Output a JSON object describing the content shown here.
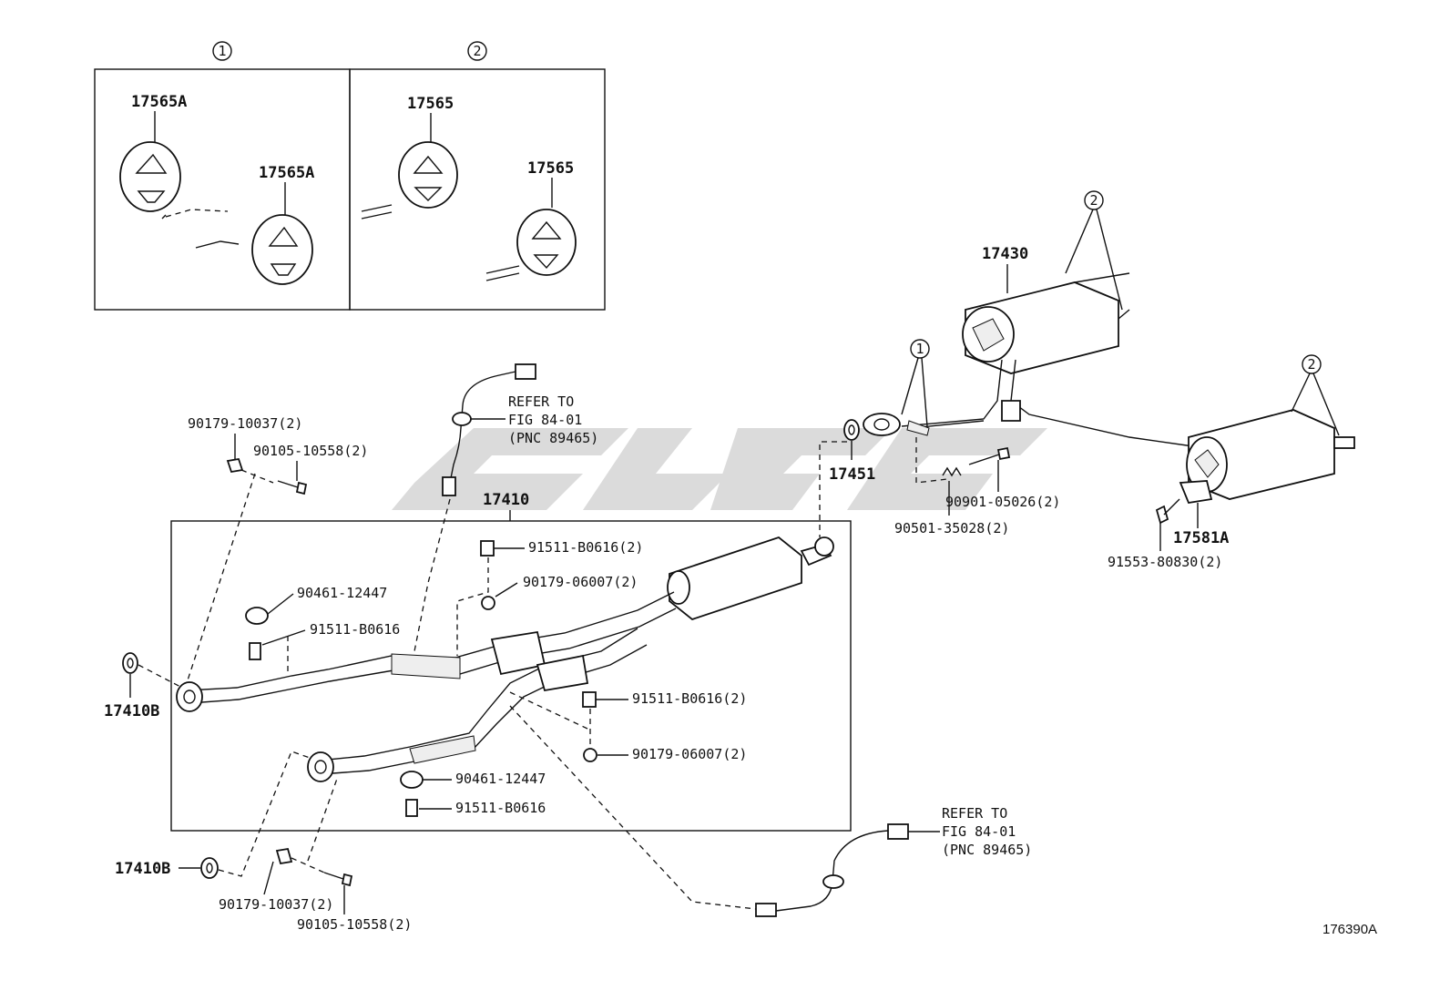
{
  "insets": [
    {
      "index": "1",
      "labels": [
        "17565A",
        "17565A"
      ]
    },
    {
      "index": "2",
      "labels": [
        "17565",
        "17565"
      ]
    }
  ],
  "callouts": {
    "c1a": "1",
    "c1b": "1",
    "c2a": "2",
    "c2b": "2"
  },
  "parts": {
    "p17430": "17430",
    "p17410": "17410",
    "p17451": "17451",
    "p17410B_1": "17410B",
    "p17410B_2": "17410B",
    "p17581A": "17581A",
    "p90179_10037_top": "90179-10037(2)",
    "p90105_10558_top": "90105-10558(2)",
    "p91511_B0616_2a": "91511-B0616(2)",
    "p90179_06007_a": "90179-06007(2)",
    "p90461_12447_a": "90461-12447",
    "p91511_B0616_a": "91511-B0616",
    "p91511_B0616_2b": "91511-B0616(2)",
    "p90179_06007_b": "90179-06007(2)",
    "p90461_12447_b": "90461-12447",
    "p91511_B0616_b": "91511-B0616",
    "p90179_10037_bot": "90179-10037(2)",
    "p90105_10558_bot": "90105-10558(2)",
    "p90901_05026": "90901-05026(2)",
    "p90501_35028": "90501-35028(2)",
    "p91553_80830": "91553-80830(2)"
  },
  "refer_top": [
    "REFER TO",
    "FIG 84-01",
    "(PNC 89465)"
  ],
  "refer_bottom": [
    "REFER TO",
    "FIG 84-01",
    "(PNC 89465)"
  ],
  "figure_code": "176390A",
  "watermark_color": "#c8c8c8"
}
